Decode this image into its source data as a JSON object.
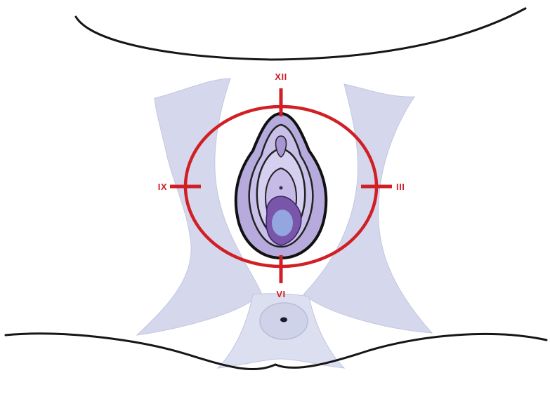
{
  "diagram": {
    "clock_labels": {
      "twelve": "XII",
      "three": "III",
      "six": "VI",
      "nine": "IX"
    },
    "colors": {
      "marker": "#d01f25",
      "tissue": "#d5d8ec",
      "tissue_outline": "#b4b8d6",
      "organ_fill": "#b0a5d8",
      "organ_dark": "#7c5aa8",
      "organ_center": "#8fa0db",
      "outline": "#111111"
    }
  }
}
